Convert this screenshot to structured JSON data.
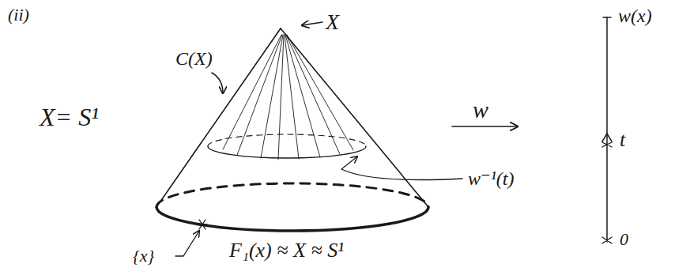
{
  "diagram": {
    "labels": [
      "(ii)",
      "X",
      "C(X)",
      "X= S¹",
      "w",
      "w⁻¹(t)",
      "w(x)",
      "t",
      "0",
      "{x}",
      "F₁(x) ≈ X ≈ S¹"
    ]
  }
}
